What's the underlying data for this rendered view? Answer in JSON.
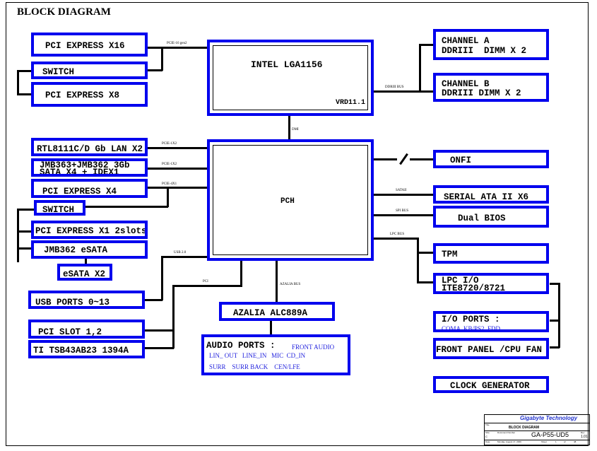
{
  "diagram": {
    "title": "BLOCK DIAGRAM",
    "blocks": {
      "pcie_x16": "PCI EXPRESS X16",
      "switch_top": "SWITCH",
      "pcie_x8": "PCI EXPRESS X8",
      "cpu": "INTEL LGA1156",
      "cpu_vrd": "VRD11.1",
      "chan_a_1": "CHANNEL A",
      "chan_a_2": "DDRIII  DIMM X 2",
      "chan_b_1": "CHANNEL B",
      "chan_b_2": "DDRIII DIMM X 2",
      "lan": "RTL8111C/D Gb LAN X2",
      "jmb_1": "JMB363+JMB362 3Gb",
      "jmb_2": "SATA X4 + IDEX1",
      "pcie_x4": "PCI EXPRESS X4",
      "switch_mid": "SWITCH",
      "pcie_x1": "PCI EXPRESS X1 2slots",
      "jmb362": "JMB362 eSATA",
      "esata": "eSATA X2",
      "usb": "USB PORTS 0~13",
      "pci_slot": "PCI SLOT 1,2",
      "ti": "TI TSB43AB23 1394A",
      "pch": "PCH",
      "azalia": "AZALIA ALC889A",
      "audio_title": "AUDIO PORTS :",
      "audio_front": "FRONT AUDIO",
      "audio_row2": "LIN_ OUT   LINE_IN   MIC  CD_IN",
      "audio_row3": "SURR    SURR BACK    CEN/LFE",
      "onfi": "ONFI",
      "sata": "SERIAL ATA II X6",
      "bios": "Dual BIOS",
      "tpm": "TPM",
      "lpc_1": "LPC I/O",
      "lpc_2": "ITE8720/8721",
      "io_title": "I/O PORTS :",
      "io_sub": "COMA  KB/PS2  FDD",
      "front_panel": "FRONT PANEL /CPU FAN",
      "clock": "CLOCK GENERATOR"
    },
    "bus_labels": {
      "pcie16": "PCIE-16 gen2",
      "ddr": "DDRIII BUS",
      "dmi": "DMI",
      "pcie_lan": "PCIE-1X2",
      "pcie_jmb": "PCIE-1X2",
      "pcie_x4": "PCIE-4X1",
      "usb": "USB 2.0",
      "pci": "PCI",
      "azalia": "AZALIA BUS",
      "sata": "SATAII",
      "spi": "SPI BUS",
      "lpc": "LPC BUS"
    }
  },
  "title_block": {
    "company": "Gigabyte Technology",
    "title_label": "Title",
    "title": "BLOCK DIAGRAM",
    "size_label": "Size",
    "size": "C",
    "doc_label": "Document Number",
    "doc": "GA-P55-UD5",
    "rev_label": "Rev",
    "rev": "1.01",
    "date_label": "Date:",
    "date": "Monday, August 17, 2009",
    "sheet_label": "Sheet",
    "sheet": "1",
    "of_label": "of",
    "of": "48"
  },
  "colors": {
    "block_border": "#0000ee",
    "sub_text": "#2222dd"
  }
}
